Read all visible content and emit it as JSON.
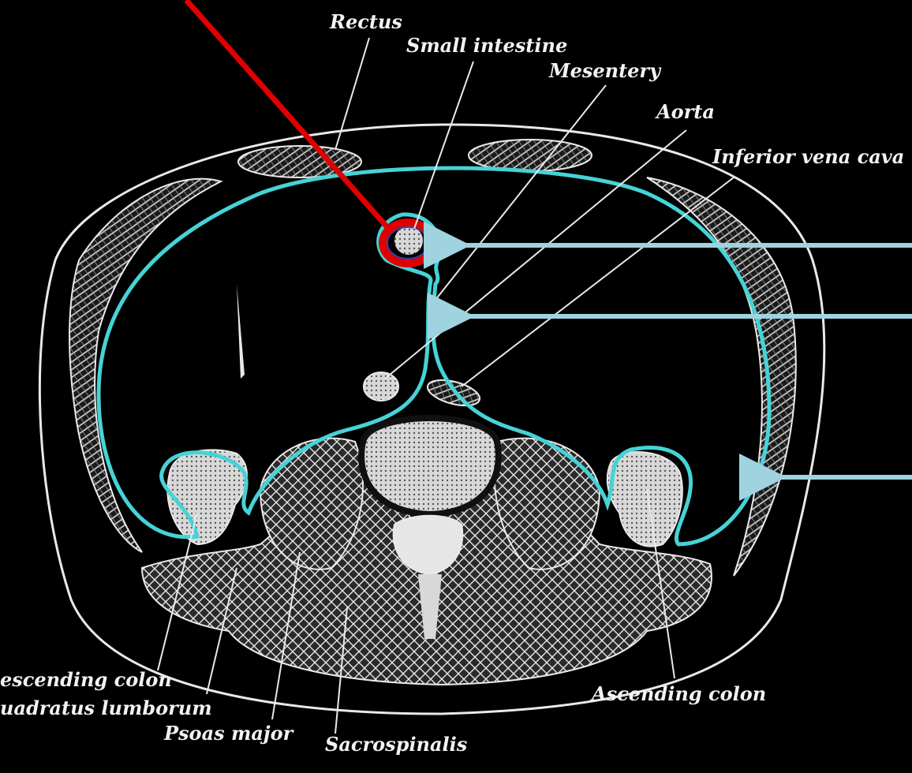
{
  "labels": {
    "rectus": "Rectus",
    "small_intestine": "Small intestine",
    "mesentery": "Mesentery",
    "aorta": "Aorta",
    "inferior_vena_cava": "Inferior vena cava",
    "descending_colon": "escending colon",
    "quadratus_lumborum": "uadratus lumborum",
    "psoas_major": "Psoas major",
    "sacrospinalis": "Sacrospinalis",
    "ascending_colon": "Ascending colon"
  },
  "colors": {
    "background": "#000000",
    "peritoneum": "#46d3d6",
    "highlight_ring": "#e00000",
    "pointer_arrow": "#e00000",
    "side_arrows": "#9fd3e0",
    "anatomy": "#e9e9e9"
  }
}
